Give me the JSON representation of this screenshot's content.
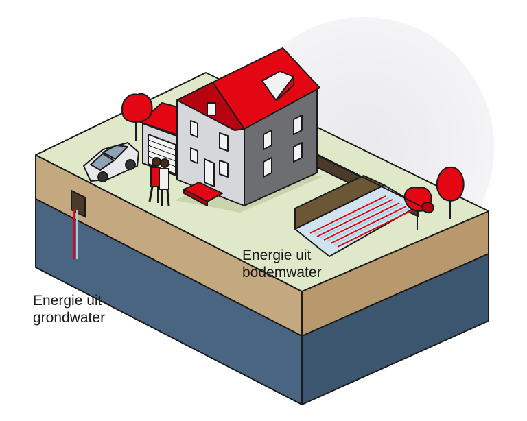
{
  "labels": {
    "bodemwater": {
      "line1": "Energie uit",
      "line2": "bodemwater"
    },
    "grondwater": {
      "line1": "Energie uit",
      "line2": "grondwater"
    }
  },
  "colors": {
    "roof_red": "#e30613",
    "grass": "#dfe8c9",
    "soil": "#c4a87f",
    "water_layer": "#4a6582",
    "wall_light": "#d6d7db",
    "wall_dark": "#6d6e71",
    "pipe_blue": "#9ed0e6"
  }
}
